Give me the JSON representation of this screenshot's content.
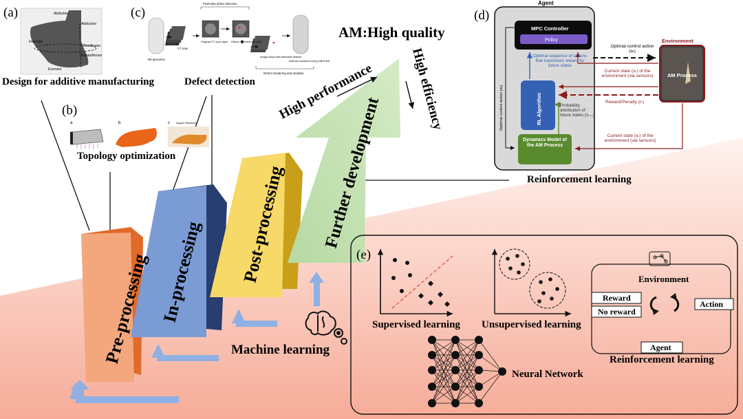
{
  "panels": {
    "a": {
      "letter": "(a)",
      "caption": "Design for additive manufacturing",
      "image_labels": {
        "abduction": "Abduction",
        "eversion": "Eversion",
        "inversion": "Inversion",
        "dorsiflexion": "Dorsiflexion",
        "plantarflexion": "Plantarflexion",
        "adduction": "Adduction"
      }
    },
    "b": {
      "letter": "(b)",
      "caption": "Topology optimization",
      "sub": [
        "a",
        "b",
        "c"
      ],
      "sub_c_note": "Support Structures"
    },
    "c": {
      "letter": "(c)",
      "caption": "Defect detection",
      "top_label": "Pixel-wise defect detection",
      "steps": [
        "AM Specimen",
        "CT scan",
        "Original CT scan layer",
        "Defect detected using ML",
        "Image stack with detected defects",
        "Defects clustered using DBSCAN"
      ],
      "bottom_label": "Defect clustering and analysis"
    },
    "d": {
      "letter": "(d)",
      "caption": "Reinforcement learning",
      "agent": "Agent",
      "environment": "Environment",
      "mpc": "MPC Controller",
      "policy": "Policy",
      "rl": "RL Algorithm",
      "dynamics": "Dynamics Model of the AM Process",
      "am_process": "AM Process",
      "optimal_control_right": "Optimal control action (aₜ)",
      "optimal_control_left": "Optimal control action (aₜ)",
      "optimal_sequence": "Optimal sequence of actions that maximises reward for future states",
      "state_sensors_1": "Current state (sₜ) of the environment (via sensors)",
      "reward_penalty": "Reward/Penalty (rₜ)",
      "probability": "Probability distribution of future states (sₜ₊₁)",
      "state_sensors_2": "Current state (sₜ) of the environment (via sensors)"
    },
    "e": {
      "letter": "(e)",
      "supervised": "Supervised learning",
      "unsupervised": "Unsupervised learning",
      "neural": "Neural Network",
      "environment": "Environment",
      "reward": "Reward",
      "no_reward": "No reward",
      "action": "Action",
      "agent": "Agent",
      "reinforcement": "Reinforcement learning"
    }
  },
  "stages": [
    "Pre-processing",
    "In-processing",
    "Post-processing",
    "Further development"
  ],
  "headline": "AM:High quality",
  "high_performance": "High performance",
  "high_efficiency": "High efficiency",
  "machine_learning": "Machine learning",
  "colors": {
    "pre": "#f4a77c",
    "in": "#7a9bd4",
    "post": "#f7d968",
    "further": "#b9dba6",
    "arrow": "#8fb0e3",
    "dark_red": "#8b1a1a",
    "policy": "#7a5cc9",
    "rl_blue": "#3561b5",
    "green": "#5a8a2e",
    "gradient_bottom": "#f6b0a0"
  },
  "icons": [
    "brain-gear-icon",
    "circuit-hand-icon",
    "cycle-arrows-icon"
  ]
}
